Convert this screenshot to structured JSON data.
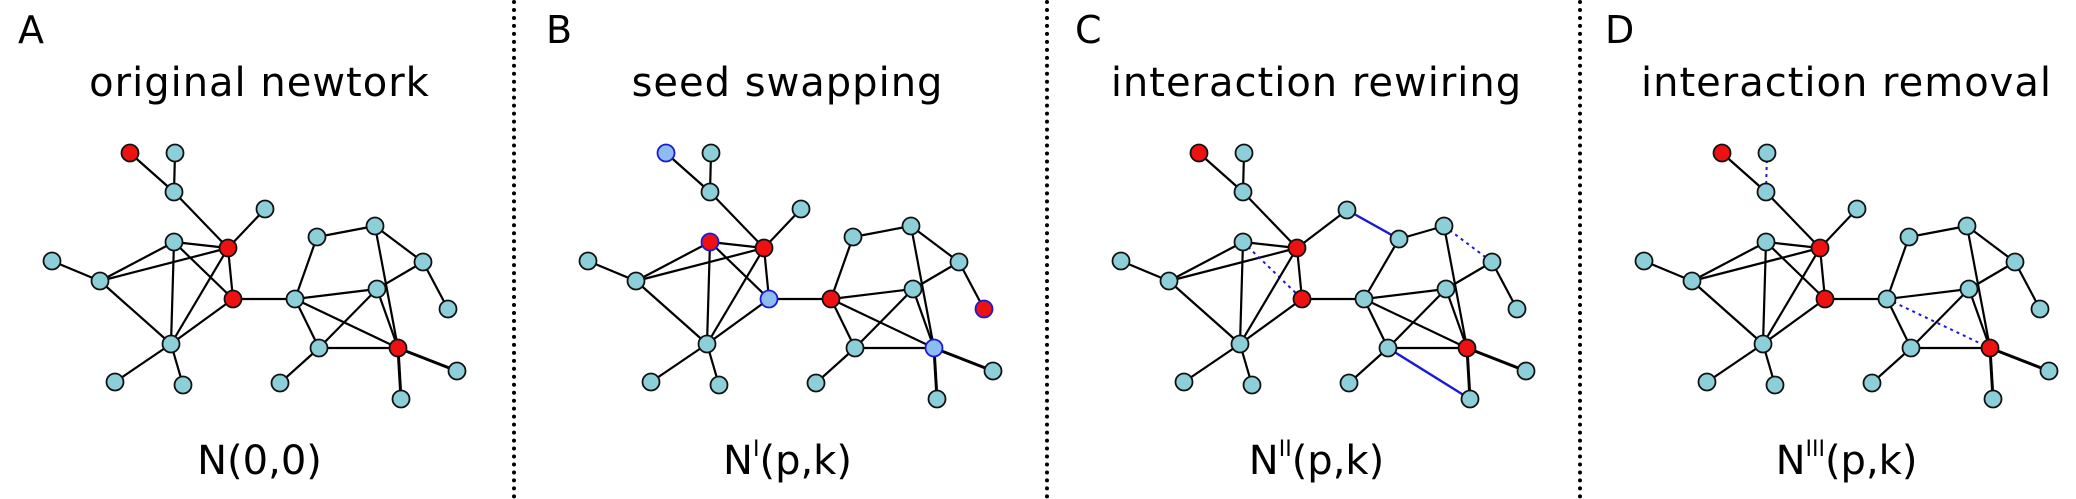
{
  "colors": {
    "node_default": "#8ccfd9",
    "node_seed": "#ee1111",
    "node_swapped": "#8cbcf0",
    "edge_default": "#000000",
    "edge_changed": "#1a1ad6"
  },
  "panels": [
    {
      "letter": "A",
      "title": "original newtork",
      "label_base": "N(0,0)",
      "label_sup": "",
      "label_suffix": ""
    },
    {
      "letter": "B",
      "title": "seed swapping",
      "label_base": "N",
      "label_sup": "I",
      "label_suffix": "(p,k)"
    },
    {
      "letter": "C",
      "title": "interaction rewiring",
      "label_base": "N",
      "label_sup": "II",
      "label_suffix": "(p,k)"
    },
    {
      "letter": "D",
      "title": "interaction removal",
      "label_base": "N",
      "label_sup": "III",
      "label_suffix": "(p,k)"
    }
  ]
}
